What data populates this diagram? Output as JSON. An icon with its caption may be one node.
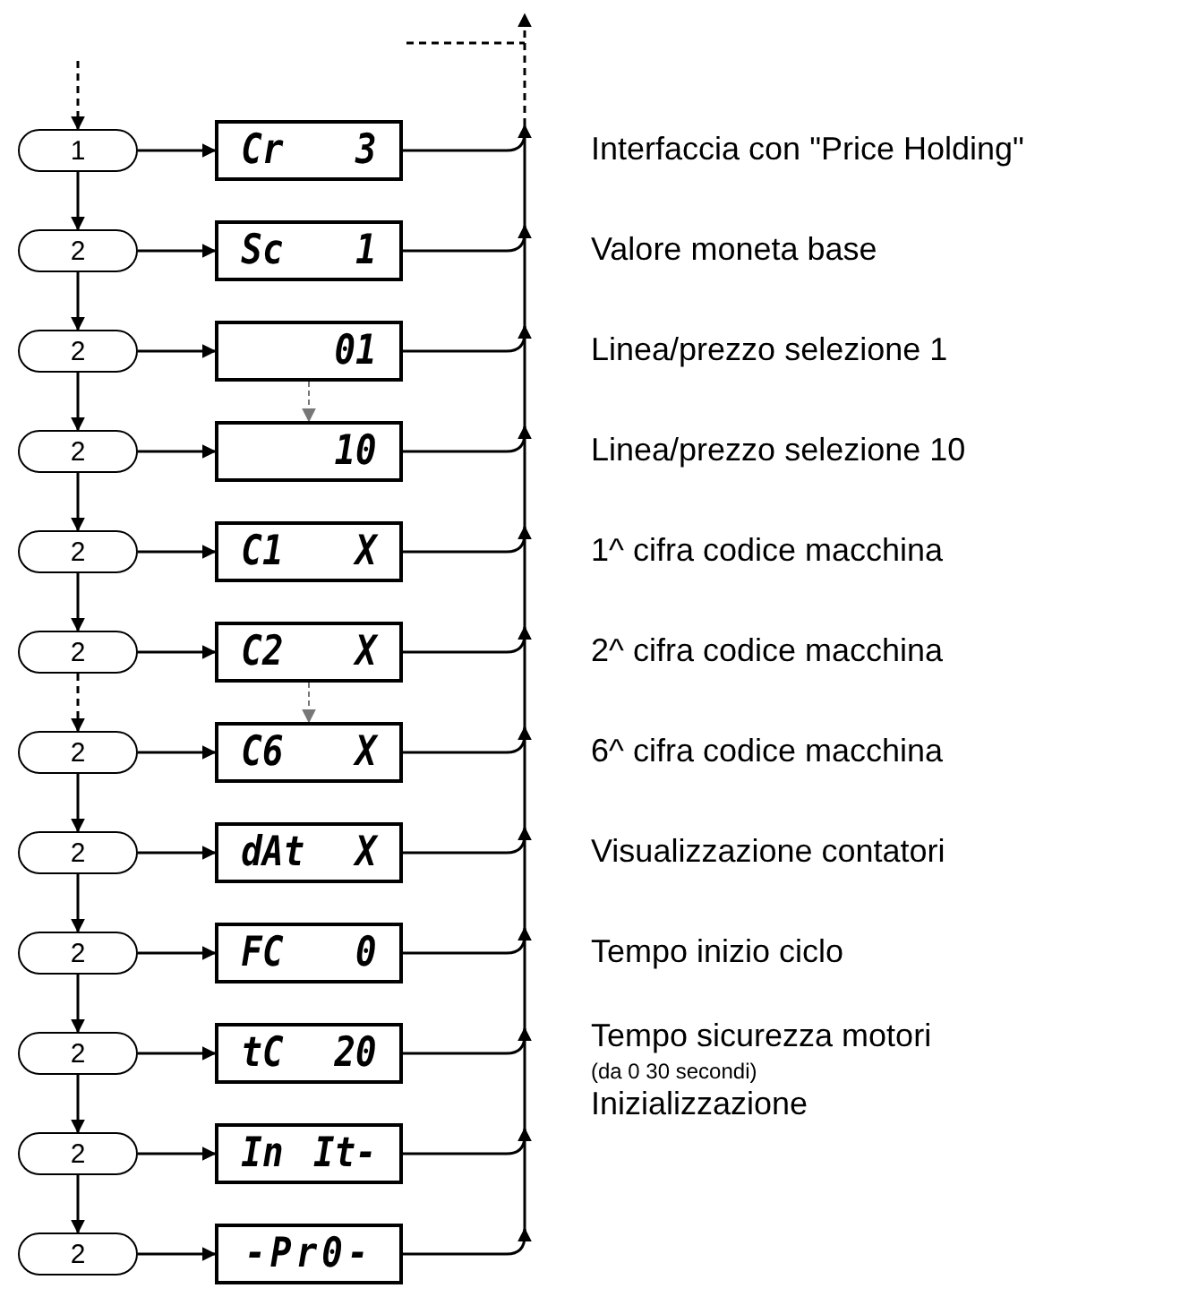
{
  "diagram": {
    "nodes": [
      {
        "text": [
          "1"
        ]
      },
      {
        "text": [
          "Cr 3"
        ]
      },
      {
        "text": [
          "2"
        ]
      },
      {
        "text": [
          "Sc 1"
        ]
      },
      {
        "text": [
          "2"
        ]
      },
      {
        "text": [
          "01"
        ]
      },
      {
        "text": [
          "2"
        ]
      },
      {
        "text": [
          "10"
        ]
      },
      {
        "text": [
          "2"
        ]
      },
      {
        "text": [
          "C1 X"
        ]
      },
      {
        "text": [
          "2"
        ]
      },
      {
        "text": [
          "C2 X"
        ]
      },
      {
        "text": [
          "2"
        ]
      },
      {
        "text": [
          "C6 X"
        ]
      },
      {
        "text": [
          "2"
        ]
      },
      {
        "text": [
          "dAt X"
        ]
      },
      {
        "text": [
          "2"
        ]
      },
      {
        "text": [
          "FC 0"
        ]
      },
      {
        "text": [
          "2"
        ]
      },
      {
        "text": [
          "tC 20"
        ]
      },
      {
        "text": [
          "2"
        ]
      },
      {
        "text": [
          "In It-"
        ]
      },
      {
        "text": [
          "2"
        ]
      },
      {
        "text": [
          "-Pr0-"
        ]
      }
    ],
    "edges": [
      {
        "from": null,
        "to": 0,
        "arrow": "to",
        "style": "dashed"
      },
      {
        "from": 0,
        "to": 1,
        "arrow": "to"
      },
      {
        "from": 0,
        "to": 2,
        "arrow": "to"
      },
      {
        "from": 2,
        "to": 3,
        "arrow": "to"
      },
      {
        "from": 2,
        "to": 4,
        "arrow": "to"
      },
      {
        "from": 4,
        "to": 5,
        "arrow": "to"
      },
      {
        "from": 4,
        "to": 6,
        "arrow": "to"
      },
      {
        "from": 6,
        "to": 7,
        "arrow": "to"
      },
      {
        "from": 6,
        "to": 8,
        "arrow": "to"
      },
      {
        "from": 8,
        "to": 9,
        "arrow": "to"
      },
      {
        "from": 8,
        "to": 10,
        "arrow": "to"
      },
      {
        "from": 10,
        "to": 11,
        "arrow": "to"
      },
      {
        "from": 10,
        "to": 12,
        "arrow": "to",
        "style": "dashed"
      },
      {
        "from": 12,
        "to": 13,
        "arrow": "to"
      },
      {
        "from": 12,
        "to": 14,
        "arrow": "to"
      },
      {
        "from": 14,
        "to": 15,
        "arrow": "to"
      },
      {
        "from": 14,
        "to": 16,
        "arrow": "to"
      },
      {
        "from": 16,
        "to": 17,
        "arrow": "to"
      },
      {
        "from": 16,
        "to": 18,
        "arrow": "to"
      },
      {
        "from": 18,
        "to": 19,
        "arrow": "to"
      },
      {
        "from": 18,
        "to": 20,
        "arrow": "to"
      },
      {
        "from": 20,
        "to": 21,
        "arrow": "to"
      },
      {
        "from": 20,
        "to": 22,
        "arrow": "to"
      },
      {
        "from": 22,
        "to": 23,
        "arrow": "to"
      },
      {
        "from": 1,
        "to": null,
        "arrow": "to"
      },
      {
        "from": 3,
        "to": null,
        "arrow": "to"
      },
      {
        "from": 5,
        "to": null,
        "arrow": "to"
      },
      {
        "from": 7,
        "to": null,
        "arrow": "to"
      },
      {
        "from": 9,
        "to": null,
        "arrow": "to"
      },
      {
        "from": 11,
        "to": null,
        "arrow": "to"
      },
      {
        "from": 13,
        "to": null,
        "arrow": "to"
      },
      {
        "from": 15,
        "to": null,
        "arrow": "to"
      },
      {
        "from": 17,
        "to": null,
        "arrow": "to"
      },
      {
        "from": 19,
        "to": null,
        "arrow": "to"
      },
      {
        "from": 21,
        "to": null,
        "arrow": "to"
      },
      {
        "from": 23,
        "to": null,
        "arrow": "to"
      },
      {
        "from": 5,
        "to": 7,
        "arrow": "to",
        "style": "dashed",
        "color": "#777777"
      },
      {
        "from": 11,
        "to": 13,
        "arrow": "to",
        "style": "dashed",
        "color": "#777777"
      }
    ],
    "labels": [
      "Interfaccia con \"Price Holding\"",
      "Valore moneta base",
      "Linea/prezzo selezione 1",
      "Linea/prezzo selezione 10",
      "1^ cifra codice macchina",
      "2^ cifra codice macchina",
      "6^ cifra codice macchina",
      "Visualizzazione contatori",
      "Tempo inizio ciclo",
      "Tempo sicurezza motori",
      "(da 0 30 secondi)",
      "Inizializzazione"
    ]
  }
}
